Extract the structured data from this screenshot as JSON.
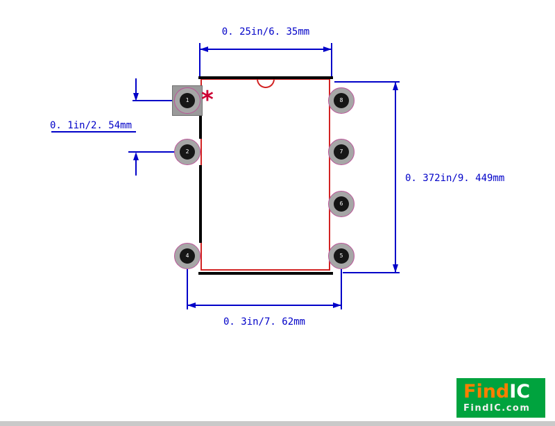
{
  "dimensions": {
    "top_width": "0. 25in/6. 35mm",
    "pin_pitch": "0. 1in/2. 54mm",
    "body_height": "0. 372in/9. 449mm",
    "row_spacing": "0. 3in/7. 62mm"
  },
  "footprint": {
    "pin1_marker": "*",
    "left_pads": [
      {
        "number": "1"
      },
      {
        "number": "2"
      },
      {
        "number": "4"
      }
    ],
    "right_pads": [
      {
        "number": "8"
      },
      {
        "number": "7"
      },
      {
        "number": "6"
      },
      {
        "number": "5"
      }
    ]
  },
  "branding": {
    "logo_find": "Find",
    "logo_ic": "IC",
    "logo_domain": "FindIC.com"
  },
  "colors": {
    "dimension_blue": "#0000c8",
    "outline_black": "#000000",
    "courtyard_red": "#d22222",
    "pad_gray": "#a6a6a6",
    "hole_black": "#161616",
    "marker_red": "#cc0033",
    "logo_green": "#00a33e",
    "logo_orange": "#ff7e00"
  }
}
